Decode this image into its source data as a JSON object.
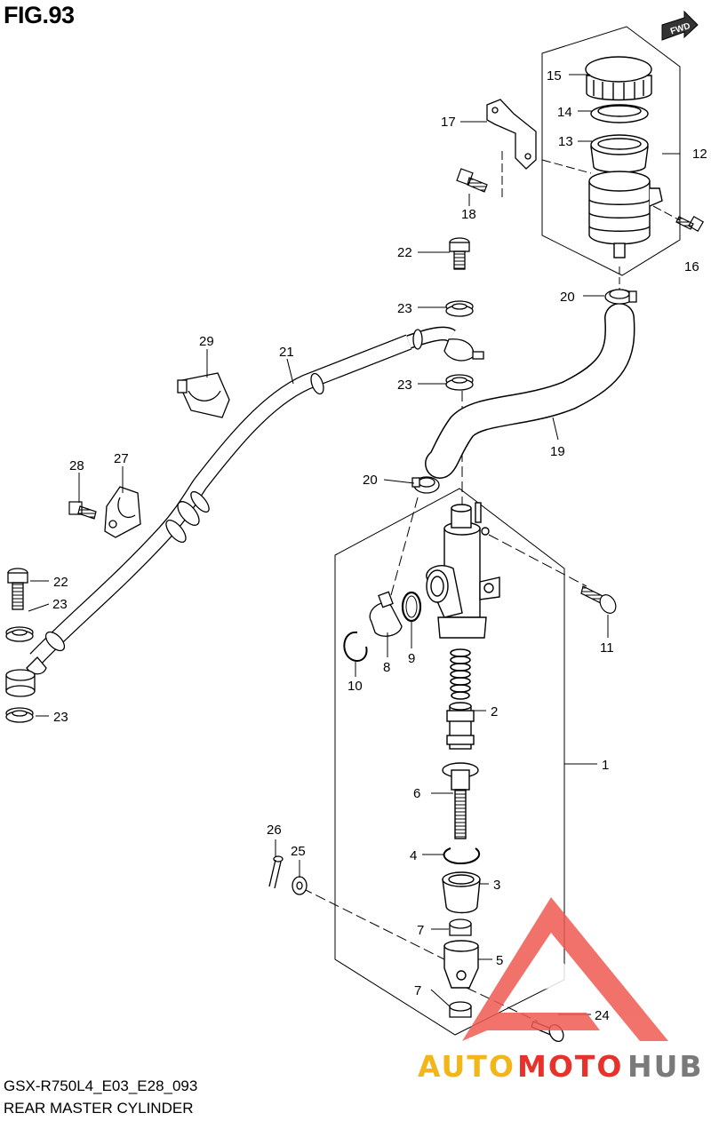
{
  "figure": {
    "title": "FIG.93",
    "model_code": "GSX-R750L4_E03_E28_093",
    "name": "REAR MASTER CYLINDER",
    "direction_label": "FWD"
  },
  "callouts": [
    "1",
    "2",
    "3",
    "4",
    "5",
    "6",
    "7",
    "7",
    "8",
    "9",
    "10",
    "11",
    "12",
    "13",
    "14",
    "15",
    "16",
    "17",
    "18",
    "19",
    "20",
    "20",
    "21",
    "22",
    "22",
    "23",
    "23",
    "23",
    "23",
    "24",
    "25",
    "26",
    "27",
    "28",
    "29"
  ],
  "watermark": {
    "part1": "AUTO",
    "part2": "MOTO",
    "part3": "HUB",
    "colors": {
      "auto": "#f2b61a",
      "moto": "#e8312a",
      "hub": "#7a7a7a",
      "triangle": "#ee5a52"
    }
  }
}
